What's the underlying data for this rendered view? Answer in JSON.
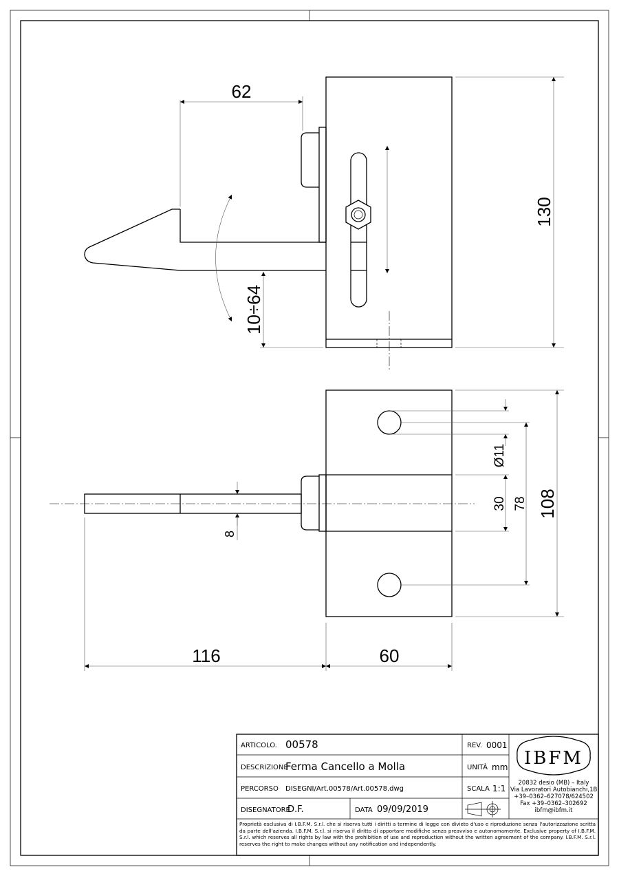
{
  "dimensions": {
    "d62": "62",
    "d130": "130",
    "d10_64": "10÷64",
    "d116": "116",
    "d60": "60",
    "d8": "8",
    "d11": "Ø11",
    "d30": "30",
    "d78": "78",
    "d108": "108"
  },
  "title_block": {
    "articolo_label": "ARTICOLO.",
    "articolo": "00578",
    "rev_label": "REV.",
    "rev": "0001",
    "descrizione_label": "DESCRIZIONE",
    "descrizione": "Ferma Cancello a Molla",
    "unita_label": "UNITÀ",
    "unita": "mm",
    "percorso_label": "PERCORSO",
    "percorso": "DISEGNI/Art.00578/Art.00578.dwg",
    "scala_label": "SCALA",
    "scala": "1:1",
    "disegnatore_label": "DISEGNATORE",
    "disegnatore": "D.F.",
    "data_label": "DATA",
    "data": "09/09/2019",
    "logo": "IBFM",
    "address": [
      "20832 desio (MB) – Italy",
      "Via Lavoratori Autobianchi,1B",
      "+39–0362–627078/624502",
      "Fax +39–0362–302692",
      "ibfm@ibfm.it"
    ],
    "disclaimer": "Proprietà esclusiva di I.B.F.M. S.r.l. che si riserva tutti i diritti a termine di legge con divieto d'uso e riproduzione senza l'autorizzazione scritta da parte dell'azienda. I.B.F.M. S.r.l. si riserva il diritto di apportare modifiche senza preavviso e autonomamente. Exclusive property of I.B.F.M. S.r.l. which reserves all rights by law with the prohibition of use and reproduction without the written agreement of the company. I.B.F.M. S.r.l. reserves the right to make changes without any notification and independently."
  }
}
